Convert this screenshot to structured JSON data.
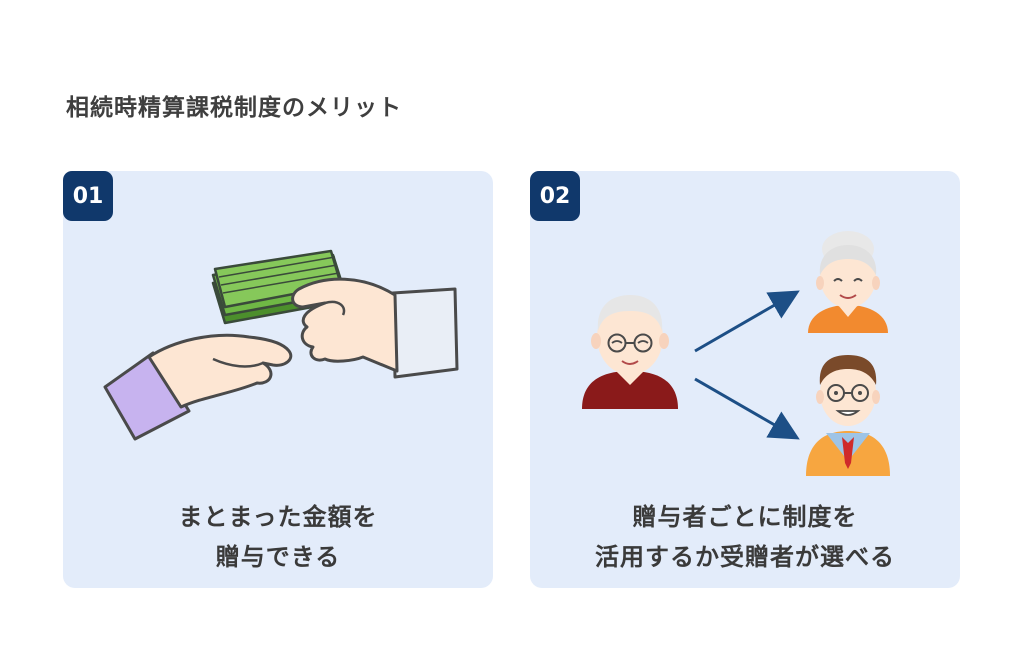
{
  "title": "相続時精算課税制度のメリット",
  "cards": [
    {
      "number": "01",
      "lines": [
        "まとまった金額を",
        "贈与できる"
      ]
    },
    {
      "number": "02",
      "lines": [
        "贈与者ごとに制度を",
        "活用するか受贈者が選べる"
      ]
    }
  ],
  "colors": {
    "badge": "#10386b",
    "card_bg": "#e3ecfa",
    "arrow": "#1d4f86",
    "money": "#5fa23a",
    "sleeve_left": "#c7b3ef",
    "skin": "#fde6d3"
  },
  "icons": {
    "card1": "money-handover-illustration",
    "card2_giver": "grandfather-icon",
    "card2_receiver_top": "grandmother-icon",
    "card2_receiver_bottom": "man-with-glasses-icon"
  }
}
